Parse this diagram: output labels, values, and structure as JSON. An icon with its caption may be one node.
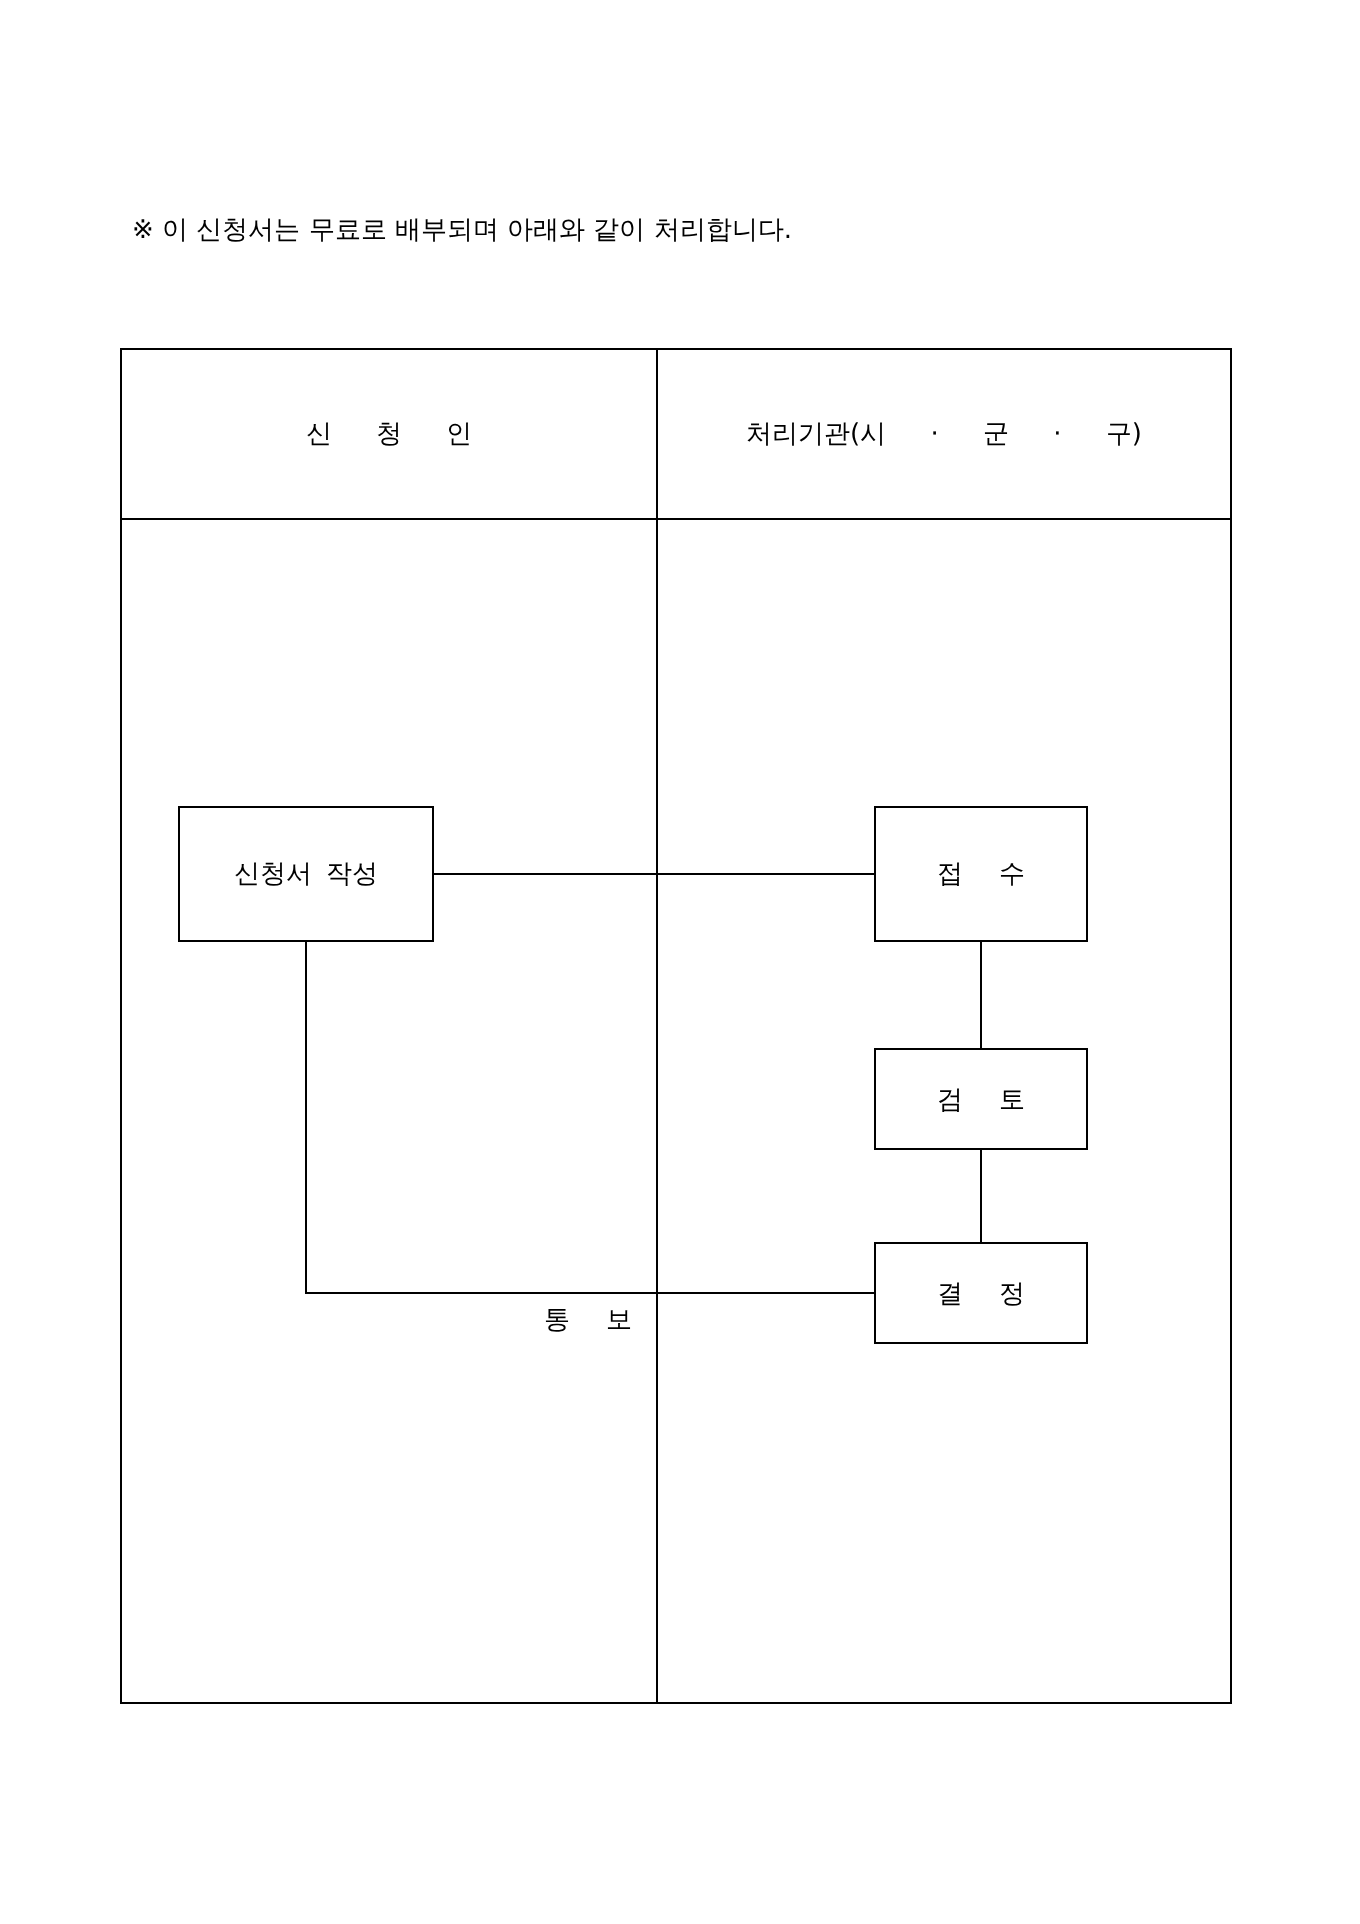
{
  "diagram": {
    "nodes": [
      {
        "text": [
          "신 청 인"
        ]
      },
      {
        "text": [
          "신청서 작성"
        ],
        "in": 0
      },
      {
        "text": [
          "처리기관(시 · 군 · 구)"
        ]
      },
      {
        "text": [
          "접 수"
        ],
        "in": 2
      },
      {
        "text": [
          "검 토"
        ],
        "in": 2
      },
      {
        "text": [
          "결 정"
        ],
        "in": 2
      }
    ],
    "edges": [
      {
        "from": 1,
        "to": 3,
        "arrow": "none"
      },
      {
        "from": 3,
        "to": 4,
        "arrow": "none"
      },
      {
        "from": 4,
        "to": 5,
        "arrow": "none"
      },
      {
        "from": 1,
        "to": 5,
        "arrow": "none",
        "label": "통 보"
      }
    ],
    "labels": [
      "※ 이 신청서는 무료로 배부되며 아래와 같이 처리합니다."
    ]
  }
}
